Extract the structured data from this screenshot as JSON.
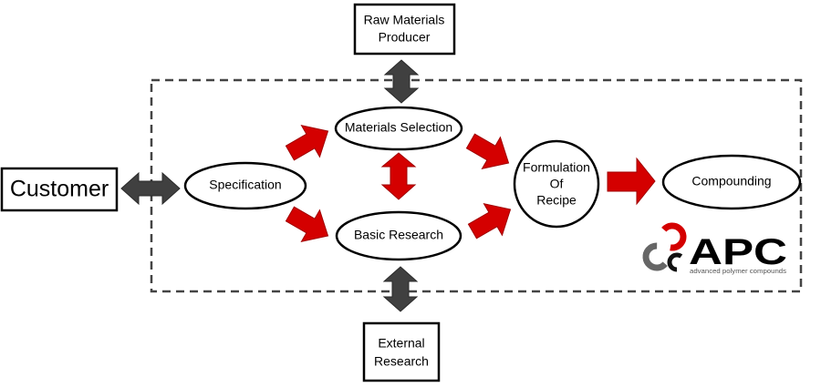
{
  "nodes": {
    "raw_materials": {
      "line1": "Raw Materials",
      "line2": "Producer"
    },
    "customer": "Customer",
    "specification": "Specification",
    "materials_selection": "Materials Selection",
    "basic_research": "Basic Research",
    "formulation": {
      "line1": "Formulation",
      "line2": "Of",
      "line3": "Recipe"
    },
    "compounding": "Compounding",
    "external_research": {
      "line1": "External",
      "line2": "Research"
    }
  },
  "logo": {
    "name": "APC",
    "tagline": "advanced polymer compounds"
  },
  "colors": {
    "flow_arrow": "#d40000",
    "exchange_arrow": "#404040",
    "boundary": "#444444"
  }
}
